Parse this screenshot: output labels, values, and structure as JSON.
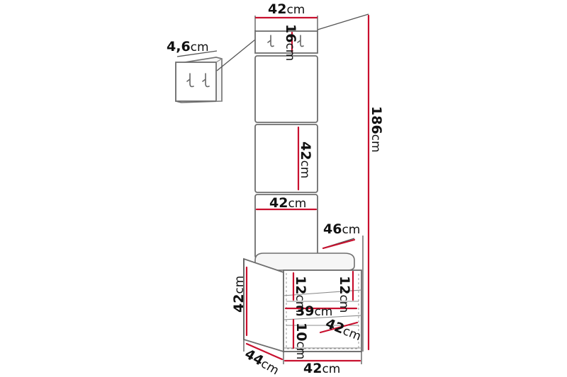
{
  "dimensions": {
    "total_width_top": "42cm",
    "coat_panel_height": "16cm",
    "hook_panel_depth": "4,6cm",
    "total_height": "186cm",
    "upholstered_panel_height": "42cm",
    "upholstered_panel_width": "42cm",
    "bench_depth_top": "46cm",
    "bench_height": "42cm",
    "shelf_height_left": "12cm",
    "shelf_height_right": "12cm",
    "shelf_width": "39cm",
    "bottom_compartment_height": "10cm",
    "shelf_depth": "42cm",
    "bench_depth": "44cm",
    "bench_width": "42cm"
  },
  "colors": {
    "dimension_line": "#c8102e",
    "outline": "#6e6e6e",
    "text": "#111111"
  },
  "icons": [
    "coat-hook-icon"
  ]
}
